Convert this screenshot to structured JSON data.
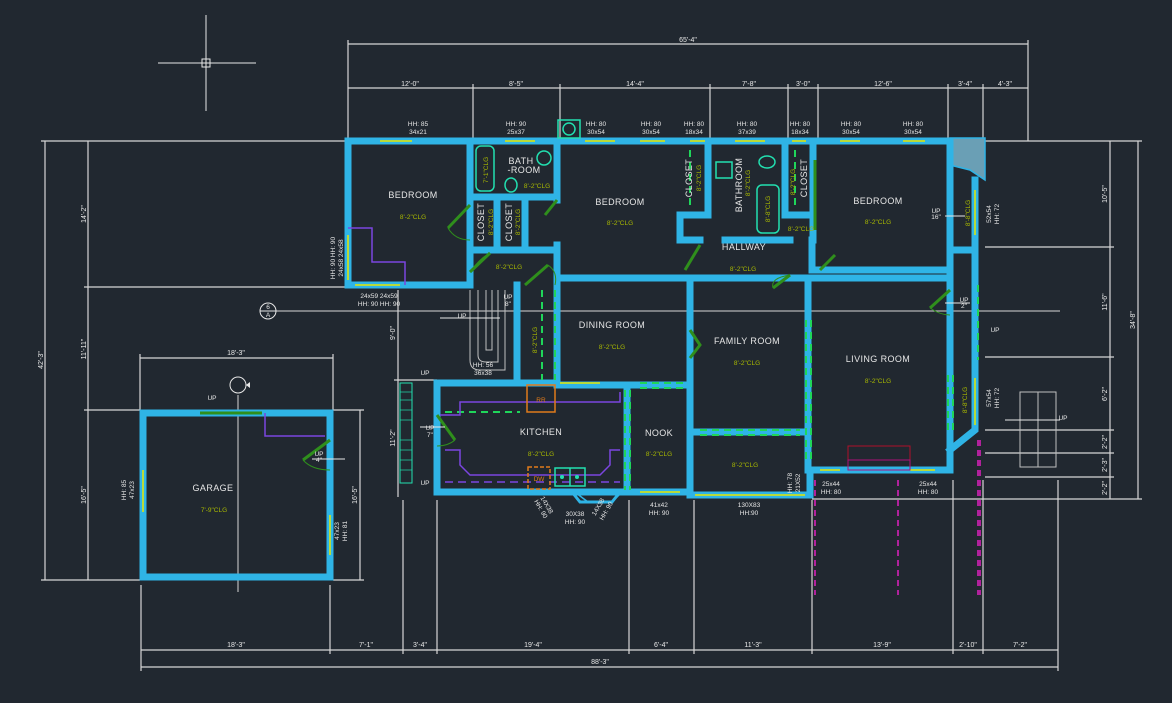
{
  "dimensions": {
    "top_overall": "65'-4\"",
    "top": [
      "12'-0\"",
      "8'-5\"",
      "14'-4\"",
      "7'-8\"",
      "3'-0\"",
      "12'-6\"",
      "3'-4\"",
      "4'-3\""
    ],
    "bottom_overall": "88'-3\"",
    "bottom": [
      "18'-3\"",
      "7'-1\"",
      "3'-4\"",
      "19'-4\"",
      "6'-4\"",
      "11'-3\"",
      "13'-9\"",
      "2'-10\"",
      "7'-2\""
    ],
    "left_overall": "42'-3\"",
    "left": [
      "14'-2\"",
      "11'-11\"",
      "16'-5\""
    ],
    "right_overall": "34'-8\"",
    "right": [
      "10'-5\"",
      "11'-6\"",
      "6'-2\"",
      "2'-2\"",
      "2'-3\"",
      "2'-2\""
    ],
    "garage_width": "18'-3\"",
    "garage_depth": "16'-5\"",
    "stair_upper": "9'-0\"",
    "stair_lower": "11'-2\""
  },
  "rooms": {
    "bedroom1": {
      "label": "BEDROOM",
      "clg": "8'-2\"CLG"
    },
    "bath": {
      "label1": "BATH",
      "label2": "-ROOM",
      "clg": "8'-2\"CLG",
      "tub_clg": "7'-1\"CLG"
    },
    "closet1": {
      "label": "CLOSET",
      "clg": "8'-2\"CLG"
    },
    "closet2": {
      "label": "CLOSET",
      "clg": "8'-2\"CLG"
    },
    "hall1_clg": "8'-2\"CLG",
    "bedroom2": {
      "label": "BEDROOM",
      "clg": "8'-2\"CLG"
    },
    "closet3": {
      "label": "CLOSET",
      "clg": "8'-2\"CLG"
    },
    "bathroom": {
      "label": "BATHROOM",
      "clg": "8'-2\"CLG",
      "tub_clg": "8'-8\"CLG"
    },
    "closet4": {
      "label": "CLOSET",
      "clg": "8'-2\"CLG"
    },
    "hallway": {
      "label": "HALLWAY",
      "clg": "8'-2\"CLG",
      "nook_clg": "8'-2\"CLG"
    },
    "bedroom3": {
      "label": "BEDROOM",
      "clg": "8'-2\"CLG"
    },
    "side_clg1": "8'-8\"CLG",
    "side_clg2": "8'-8\"CLG",
    "stair_clg": "8'-2\"CLG",
    "dining": {
      "label": "DINING ROOM",
      "clg": "8'-2\"CLG"
    },
    "family": {
      "label": "FAMILY ROOM",
      "clg": "8'-2\"CLG",
      "lower_clg": "8'-2\"CLG"
    },
    "living": {
      "label": "LIVING ROOM",
      "clg": "8'-2\"CLG"
    },
    "kitchen": {
      "label": "KITCHEN",
      "clg": "8'-2\"CLG"
    },
    "nook": {
      "label": "NOOK",
      "clg": "8'-2\"CLG"
    },
    "garage": {
      "label": "GARAGE",
      "clg": "7'-9\"CLG"
    }
  },
  "appliances": {
    "fridge": "RR",
    "dishwasher": "DW"
  },
  "windows": {
    "top": [
      {
        "hh": "HH: 85",
        "size": "34x21"
      },
      {
        "hh": "HH: 90",
        "size": "25x37"
      },
      {
        "hh": "HH: 80",
        "size": "30x54"
      },
      {
        "hh": "HH: 80",
        "size": "30x54"
      },
      {
        "hh": "HH: 80",
        "size": "18x34"
      },
      {
        "hh": "HH: 80",
        "size": "37x39"
      },
      {
        "hh": "HH: 80",
        "size": "18x34"
      },
      {
        "hh": "HH: 80",
        "size": "30x54"
      },
      {
        "hh": "HH: 80",
        "size": "30x54"
      }
    ],
    "bedroom_side": {
      "line1": "HH: 90 HH: 90",
      "line2": "24x58 24x58"
    },
    "bedroom_bottom": {
      "line1": "24x59  24x59",
      "line2": "HH: 90 HH: 90"
    },
    "stair": {
      "hh": "HH: 56",
      "size": "36x38"
    },
    "kitchen_bay": [
      {
        "size": "14X38",
        "hh": "HH: 90"
      },
      {
        "size": "30X38",
        "hh": "HH: 90"
      },
      {
        "size": "14X38",
        "hh": "HH: 90"
      }
    ],
    "nook": {
      "size": "41x42",
      "hh": "HH: 90"
    },
    "family": {
      "size": "130X83",
      "hh": "HH:90"
    },
    "family_side": {
      "hh": "HH: 78",
      "size": "21X52"
    },
    "living1": {
      "size": "25x44",
      "hh": "HH: 80"
    },
    "living2": {
      "size": "25x44",
      "hh": "HH: 80"
    },
    "east_upper": {
      "size": "52x54",
      "hh": "HH: 72"
    },
    "east_lower": {
      "size": "57x54",
      "hh": "HH: 72"
    },
    "garage_left": {
      "hh": "HH: 85",
      "size": "47x23"
    },
    "garage_right": {
      "size": "47x23",
      "hh": "HH: 81"
    }
  },
  "stairs": {
    "up": "UP",
    "rise_4": "4\"",
    "rise_2": "2\"",
    "rise_16": "16\"",
    "rise_8": "8\"",
    "rise_7": "7\""
  },
  "markers": {
    "section_top": "6",
    "section_bottom": "A"
  }
}
